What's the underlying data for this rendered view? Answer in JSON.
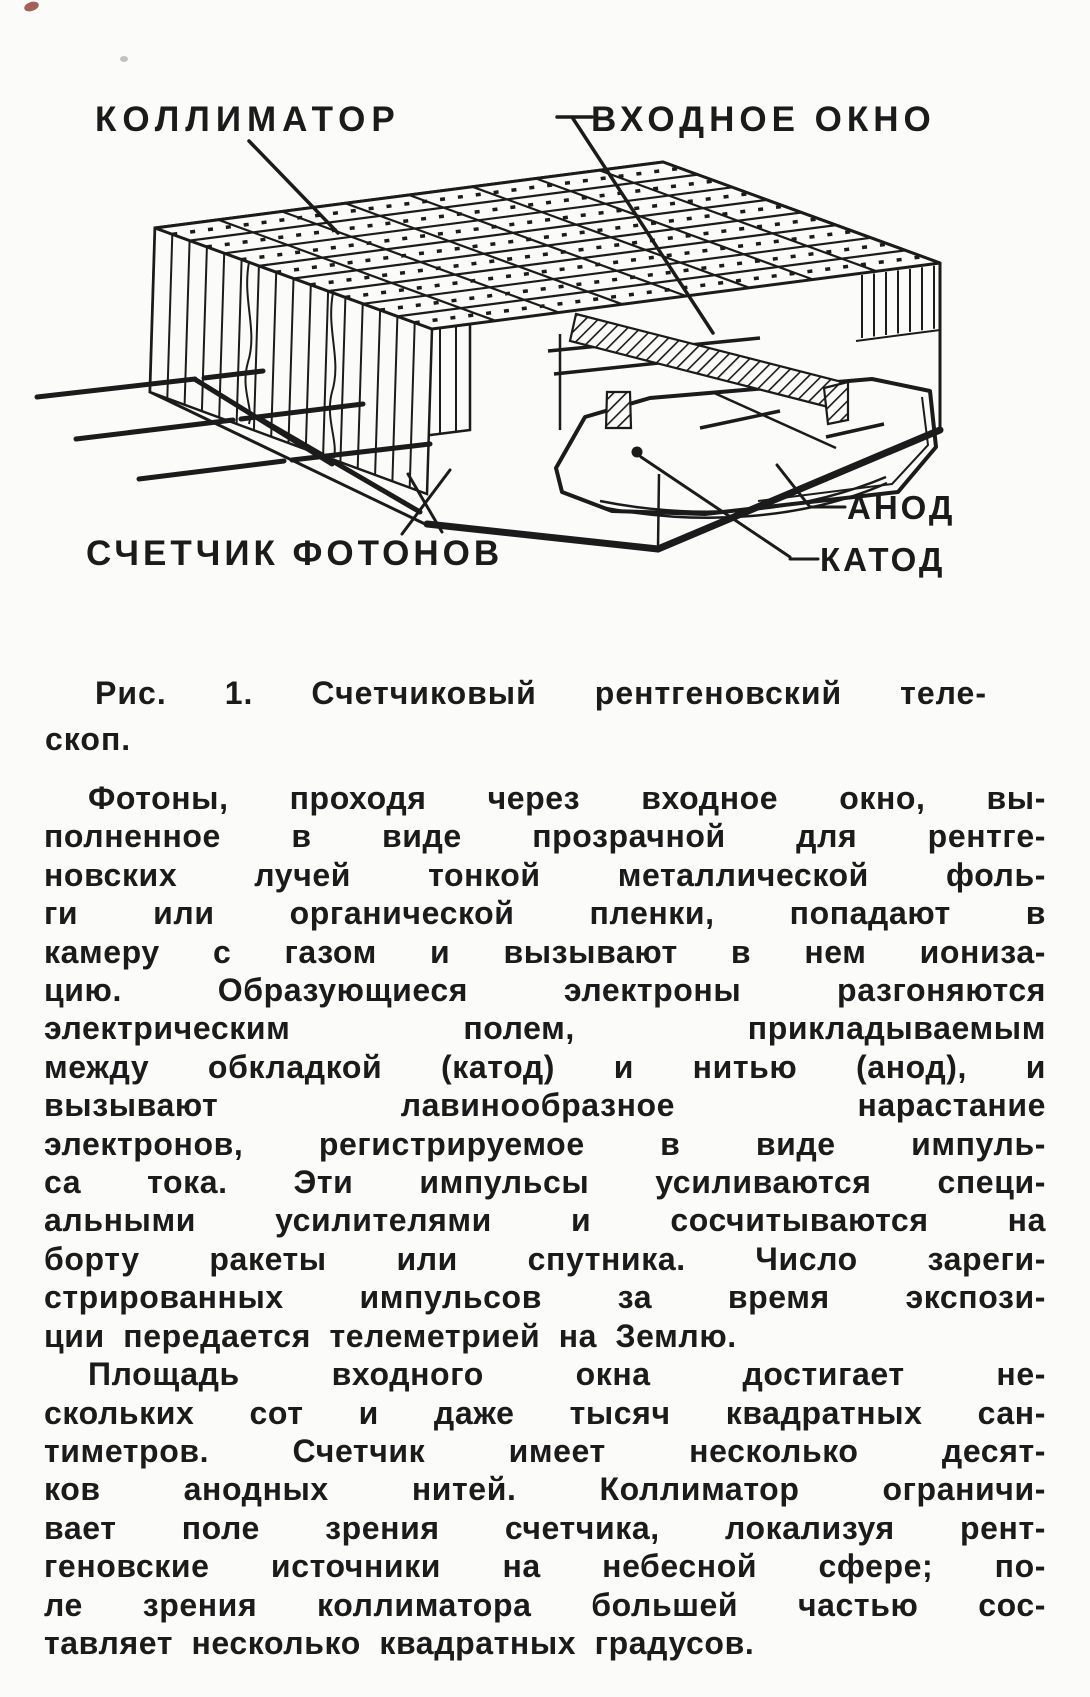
{
  "figure": {
    "labels": {
      "collimator": "КОЛЛИМАТОР",
      "entrance_window": "ВХОДНОЕ ОКНО",
      "anode": "АНОД",
      "cathode": "КАТОД",
      "photon_counter": "СЧЕТЧИК ФОТОНОВ"
    },
    "caption": {
      "line1": "Рис. 1. Счетчиковый рентгеновский теле-",
      "line2": "скоп."
    }
  },
  "body": {
    "para1_lines": [
      "Фотоны, проходя через входное окно, вы-",
      "полненное в виде прозрачной для рентге-",
      "новских лучей тонкой металлической фоль-",
      "ги или органической пленки, попадают в",
      "камеру с газом и вызывают в нем иониза-",
      "цию. Образующиеся электроны разгоняются",
      "электрическим полем, прикладываемым",
      "между обкладкой (катод) и нитью (анод), и",
      "вызывают лавинообразное нарастание",
      "электронов, регистрируемое в виде импуль-",
      "са тока. Эти импульсы усиливаются специ-",
      "альными усилителями и сосчитываются на",
      "борту ракеты или спутника. Число зареги-",
      "стрированных импульсов за время экспози-",
      "ции передается телеметрией на Землю."
    ],
    "para2_lines": [
      "Площадь входного окна достигает не-",
      "скольких сот и даже тысяч квадратных сан-",
      "тиметров. Счетчик имеет несколько десят-",
      "ков анодных нитей. Коллиматор ограничи-",
      "вает поле зрения счетчика, локализуя рент-",
      "геновские источники на небесной сфере; по-",
      "ле зрения коллиматора большей частью сос-",
      "тавляет несколько квадратных градусов."
    ]
  },
  "colors": {
    "ink": "#1b1b1b",
    "paper": "#fbfbfa"
  }
}
